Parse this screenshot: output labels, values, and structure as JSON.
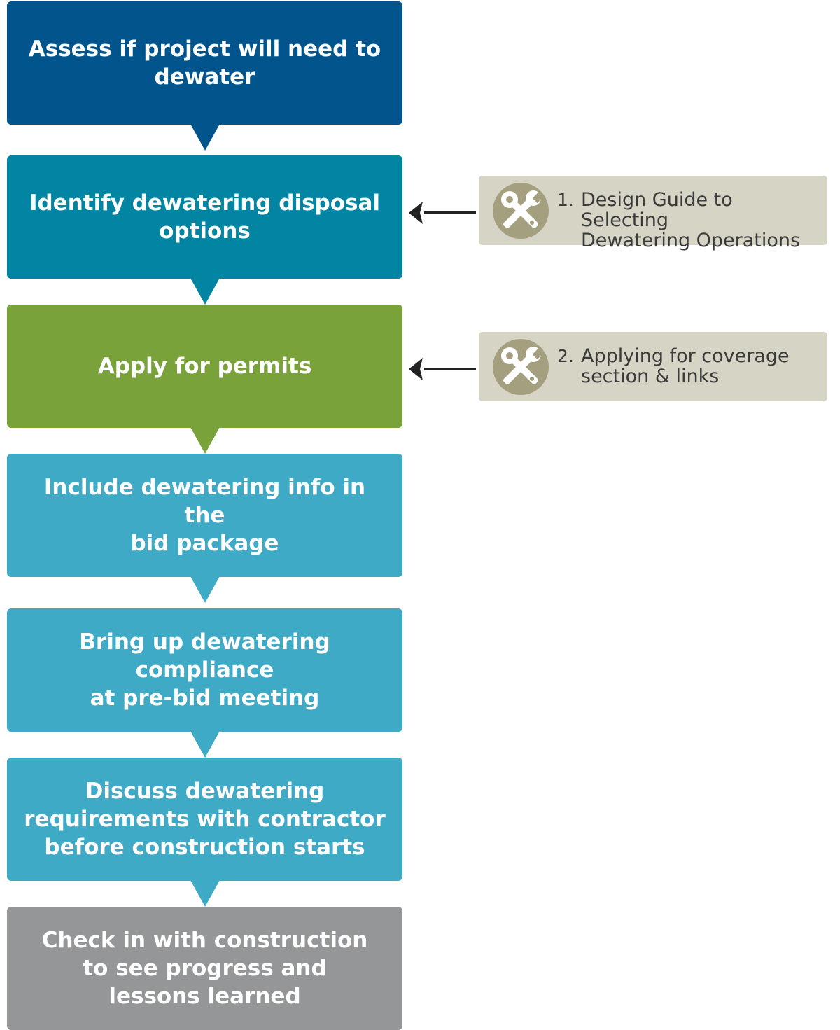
{
  "steps": [
    {
      "text": "Assess if project will need to\ndewater",
      "color": "#01548c"
    },
    {
      "text": "Identify dewatering disposal\noptions",
      "color": "#0185a2"
    },
    {
      "text": "Apply for permits",
      "color": "#7aa23a"
    },
    {
      "text": "Include dewatering info in the\nbid package",
      "color": "#3eaac6"
    },
    {
      "text": "Bring up dewatering compliance\nat pre-bid meeting",
      "color": "#3eaac6"
    },
    {
      "text": "Discuss dewatering\nrequirements with contractor\nbefore construction starts",
      "color": "#3eaac6"
    },
    {
      "text": "Check in with construction\nto see progress and\nlessons learned",
      "color": "#959697"
    }
  ],
  "resources": [
    {
      "number": "1.",
      "label": "Design Guide to Selecting\nDewatering Operations",
      "icon": "tools-icon",
      "target_step": 2
    },
    {
      "number": "2.",
      "label": "Applying for coverage\nsection & links",
      "icon": "tools-icon",
      "target_step": 3
    }
  ],
  "colors": {
    "resource_bg": "#d6d5c5",
    "icon_badge": "#a4a07f",
    "arrow": "#222222"
  }
}
